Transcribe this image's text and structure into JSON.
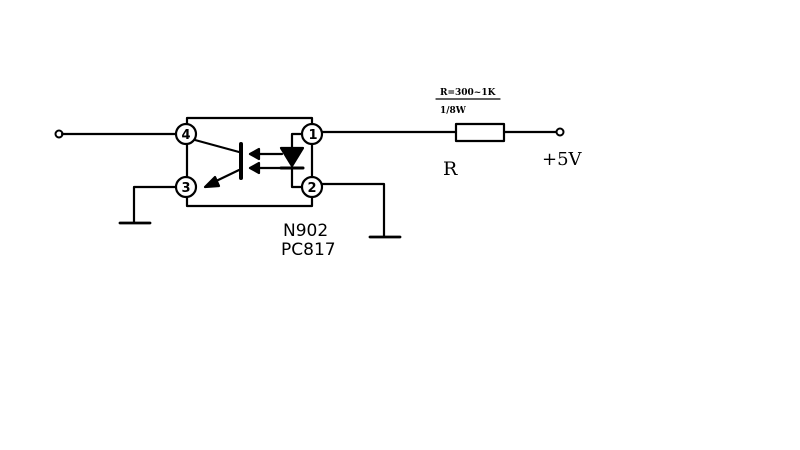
{
  "diagram": {
    "pins": {
      "p1": "1",
      "p2": "2",
      "p3": "3",
      "p4": "4"
    },
    "part_ref": "N902",
    "part_number": "PC817",
    "resistor_spec_value": "R=300~1K",
    "resistor_spec_power": "1/8W",
    "resistor_label": "R",
    "supply_label": "+5V"
  },
  "colors": {
    "ink": "#000000",
    "background": "#ffffff"
  }
}
